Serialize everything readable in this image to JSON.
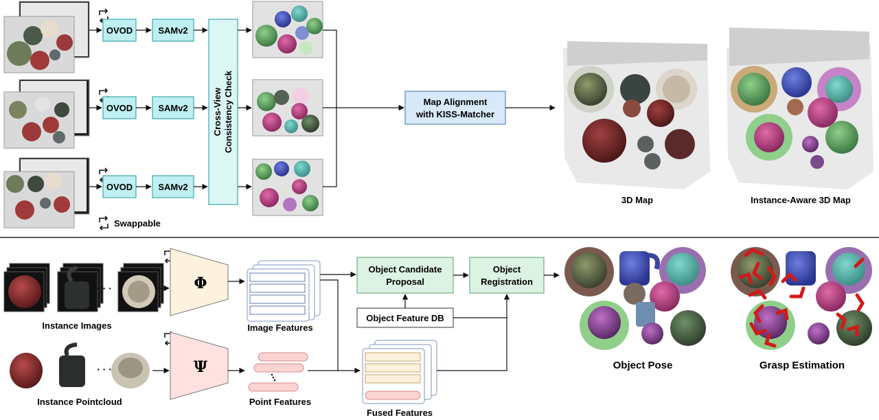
{
  "colors": {
    "module_fill": "#bfeff0",
    "module_stroke": "#3aa9ad",
    "consistency_fill": "#dcf6f5",
    "kiss_fill": "#d8e9fa",
    "kiss_stroke": "#5a87b8",
    "green_fill": "#dcf2e2",
    "green_stroke": "#6fae7e",
    "phi_fill": "#fdf2de",
    "psi_fill": "#fde2df",
    "image_feature_fill": "#ffffff",
    "point_feature_fill": "#fbd4d2",
    "fused_feature_fill": "#fdf0dc",
    "arrow": "#111111"
  },
  "top": {
    "modules": {
      "ovod": "OVOD",
      "samv2": "SAMv2"
    },
    "consistency_line1": "Cross-View",
    "consistency_line2": "Consistency Check",
    "map_alignment_line1": "Map Alignment",
    "map_alignment_line2": "with KISS-Matcher",
    "map_3d_label": "3D Map",
    "instance_map_label": "Instance-Aware 3D Map",
    "swappable_label": "Swappable",
    "swap_icon": "swap-icon"
  },
  "bottom": {
    "instance_images_label": "Instance Images",
    "instance_pointcloud_label": "Instance Pointcloud",
    "ellipsis": "· · ·",
    "phi_symbol": "Φ",
    "psi_symbol": "Ψ",
    "image_features_label": "Image Features",
    "point_features_label": "Point Features",
    "fused_features_label": "Fused Features",
    "candidate_line1": "Object Candidate",
    "candidate_line2": "Proposal",
    "feature_db_label": "Object Feature DB",
    "registration_line1": "Object",
    "registration_line2": "Registration",
    "object_pose_label": "Object Pose",
    "grasp_label": "Grasp Estimation"
  }
}
